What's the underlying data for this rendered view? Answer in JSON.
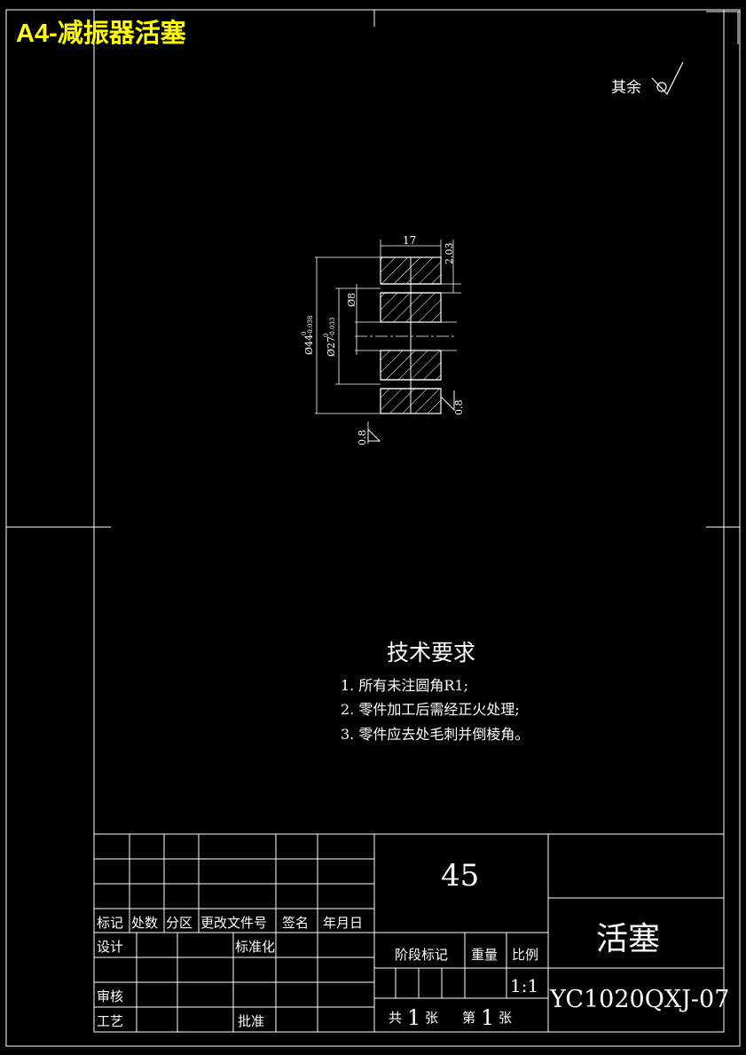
{
  "title": "A4-减振器活塞",
  "roughness_note": "其余",
  "dimensions": {
    "width": "17",
    "chamfer": "2.03",
    "outer_dia": "Ø44",
    "outer_tol": "-0.038",
    "outer_tol_upper": "0",
    "inner_dia": "Ø27",
    "inner_tol": "-0.033",
    "inner_tol_upper": "0",
    "hole_dia": "Ø8",
    "roughness_right": "0.8",
    "roughness_left": "0.8"
  },
  "tech_requirements": {
    "heading": "技术要求",
    "items": [
      "1.  所有未注圆角R1;",
      "2.  零件加工后需经正火处理;",
      "3.  零件应去处毛刺并倒棱角。"
    ]
  },
  "title_block": {
    "material": "45",
    "part_name": "活塞",
    "drawing_no": "YC1020QXJ-07",
    "headers": [
      "标记",
      "处数",
      "分区",
      "更改文件号",
      "签名",
      "年月日"
    ],
    "design": "设计",
    "standardize": "标准化",
    "review": "审核",
    "process": "工艺",
    "approve": "批准",
    "stage_mark": "阶段标记",
    "weight": "重量",
    "scale_label": "比例",
    "scale": "1:1",
    "total_prefix": "共",
    "total_count": "1",
    "sheet_unit": "张",
    "sheet_prefix": "第",
    "sheet_no": "1",
    "sheet_unit2": "张"
  },
  "colors": {
    "background": "#000000",
    "lines": "#ffffff",
    "title": "#ffff00"
  }
}
